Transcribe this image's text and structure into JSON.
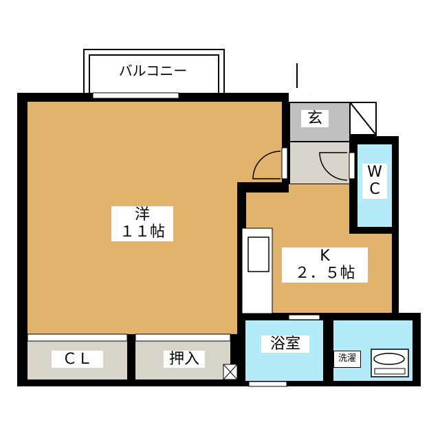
{
  "rooms": {
    "balcony": "バルコニー",
    "entrance": "玄",
    "western_name": "洋",
    "western_size": "１１帖",
    "wc_line1": "W",
    "wc_line2": "C",
    "kitchen_name": "K",
    "kitchen_size": "２．５帖",
    "bath": "浴室",
    "closet": "ＣＬ",
    "oshiire": "押入",
    "washer": "洗濯"
  },
  "colors": {
    "wall": "#000000",
    "living": "#e1b36d",
    "wet_area": "#b3ecf8",
    "entrance": "#c0c0c0",
    "hall": "#d9d5cc",
    "storage": "#d8d4c9"
  }
}
